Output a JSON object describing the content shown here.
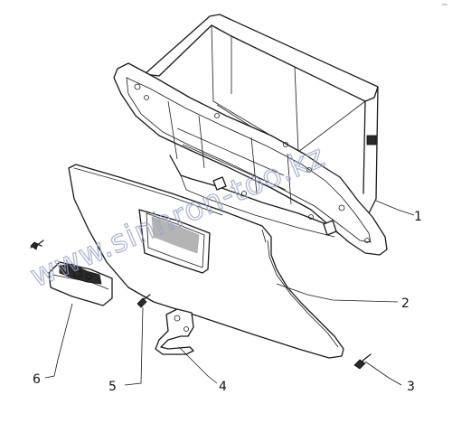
{
  "callouts": {
    "p1": "1",
    "p2": "2",
    "p3": "3",
    "p4": "4",
    "p5": "5",
    "p6": "6"
  },
  "watermark": "www.sinhron-too.kz",
  "corner_mark": "~"
}
